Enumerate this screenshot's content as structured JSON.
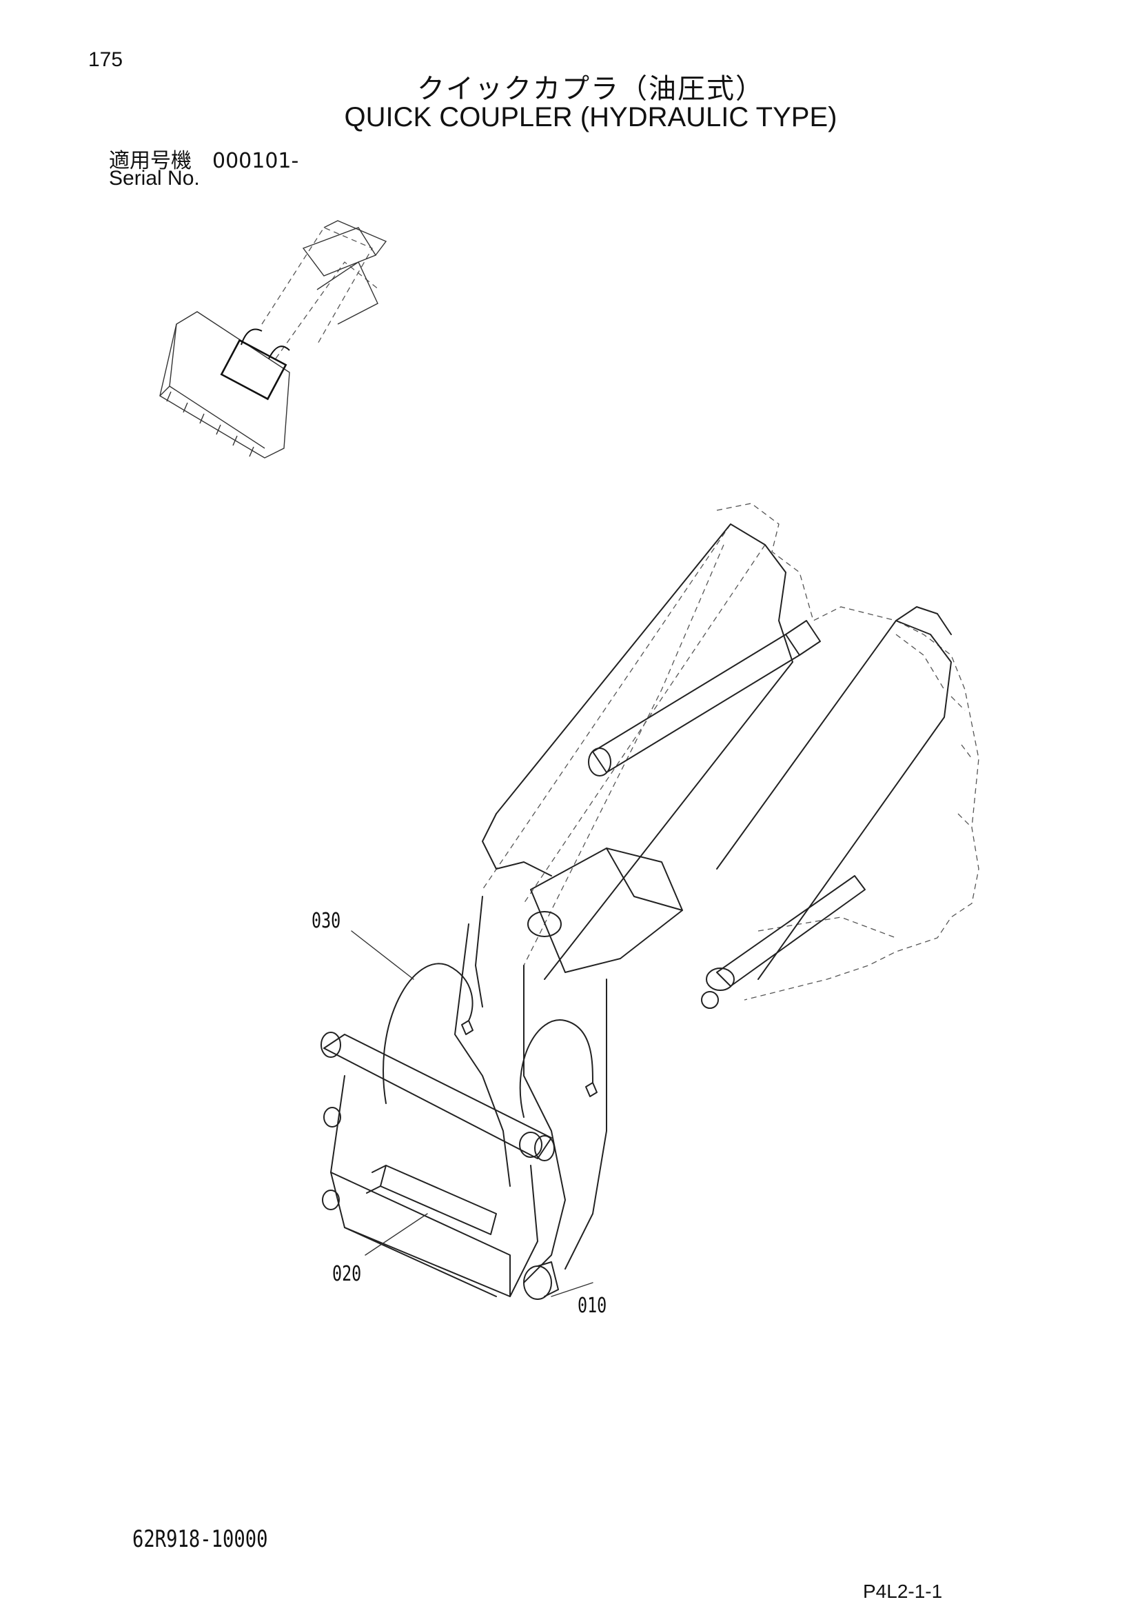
{
  "header": {
    "page_number": "175",
    "title_jp": "クイックカプラ（油圧式）",
    "title_en": "QUICK COUPLER (HYDRAULIC TYPE)"
  },
  "serial": {
    "label_jp": "適用号機　000101-",
    "label_en": "Serial No."
  },
  "callouts": {
    "c010": "010",
    "c020": "020",
    "c030": "030"
  },
  "footer": {
    "drawing_code": "62R918-10000",
    "page_code": "P4L2-1-1"
  }
}
